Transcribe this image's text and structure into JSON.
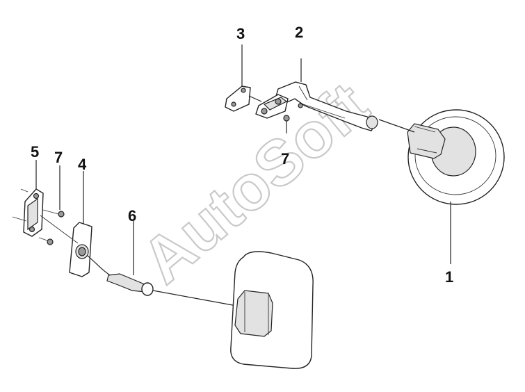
{
  "watermark": "AutoSoft",
  "callouts": [
    {
      "id": "1",
      "label": "1"
    },
    {
      "id": "2",
      "label": "2"
    },
    {
      "id": "3",
      "label": "3"
    },
    {
      "id": "4",
      "label": "4"
    },
    {
      "id": "5",
      "label": "5"
    },
    {
      "id": "6",
      "label": "6"
    },
    {
      "id": "7a",
      "label": "7"
    },
    {
      "id": "7b",
      "label": "7"
    }
  ],
  "colors": {
    "line": "#222222",
    "watermark": "#c9c9c9",
    "background": "#ffffff"
  }
}
